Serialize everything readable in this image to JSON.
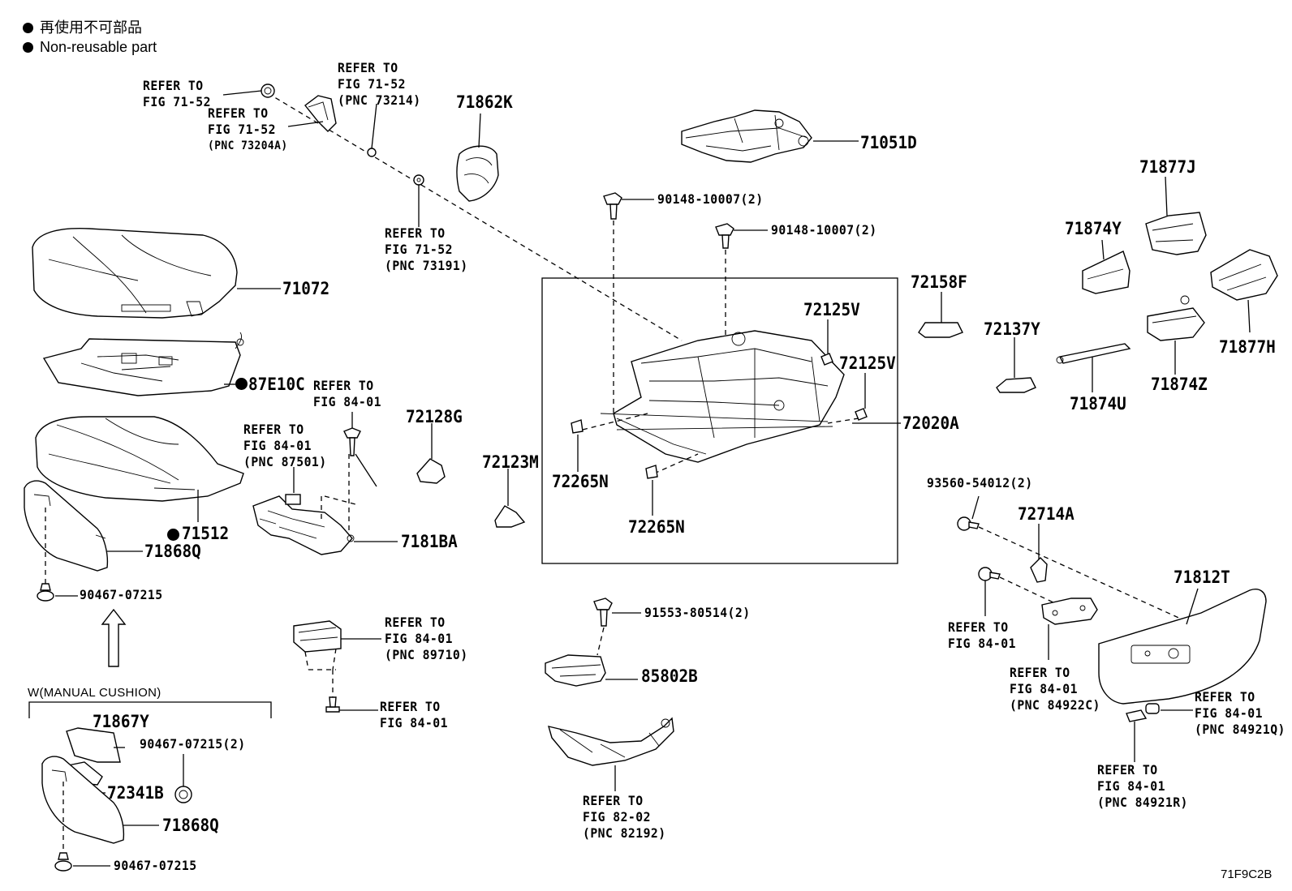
{
  "legend": {
    "line1": "再使用不可部品",
    "line2": "Non-reusable part"
  },
  "section_label": "W(MANUAL CUSHION)",
  "drawing_code": "71F9C2B",
  "parts": {
    "p71862K": "71862K",
    "p71051D": "71051D",
    "p71072": "71072",
    "p87E10C": "87E10C",
    "p71512": "71512",
    "p71868Q_a": "71868Q",
    "p90467_a": "90467-07215",
    "p71867Y": "71867Y",
    "p90467_2": "90467-07215(2)",
    "p72341B": "72341B",
    "p71868Q_b": "71868Q",
    "p90467_b": "90467-07215",
    "p7181BA": "7181BA",
    "p72128G": "72128G",
    "p72123M": "72123M",
    "p90148_a": "90148-10007(2)",
    "p90148_b": "90148-10007(2)",
    "p72125V_a": "72125V",
    "p72125V_b": "72125V",
    "p72265N_a": "72265N",
    "p72265N_b": "72265N",
    "p72020A": "72020A",
    "p72158F": "72158F",
    "p72137Y": "72137Y",
    "p71877J": "71877J",
    "p71874Y": "71874Y",
    "p71877H": "71877H",
    "p71874U": "71874U",
    "p71874Z": "71874Z",
    "p93560": "93560-54012(2)",
    "p72714A": "72714A",
    "p71812T": "71812T",
    "p91553": "91553-80514(2)",
    "p85802B": "85802B"
  },
  "refs": {
    "r1": [
      "REFER TO",
      "FIG 71-52"
    ],
    "r2": [
      "REFER TO",
      "FIG 71-52",
      "(PNC 73204A)"
    ],
    "r3": [
      "REFER TO",
      "FIG 71-52",
      "(PNC 73214)"
    ],
    "r4": [
      "REFER TO",
      "FIG 71-52",
      "(PNC 73191)"
    ],
    "r5": [
      "REFER TO",
      "FIG 84-01"
    ],
    "r6": [
      "REFER TO",
      "FIG 84-01",
      "(PNC 87501)"
    ],
    "r7": [
      "REFER TO",
      "FIG 84-01",
      "(PNC 89710)"
    ],
    "r8": [
      "REFER TO",
      "FIG 84-01"
    ],
    "r9": [
      "REFER TO",
      "FIG 82-02",
      "(PNC 82192)"
    ],
    "r10": [
      "REFER TO",
      "FIG 84-01"
    ],
    "r11": [
      "REFER TO",
      "FIG 84-01",
      "(PNC 84922C)"
    ],
    "r12": [
      "REFER TO",
      "FIG 84-01",
      "(PNC 84921Q)"
    ],
    "r13": [
      "REFER TO",
      "FIG 84-01",
      "(PNC 84921R)"
    ]
  }
}
